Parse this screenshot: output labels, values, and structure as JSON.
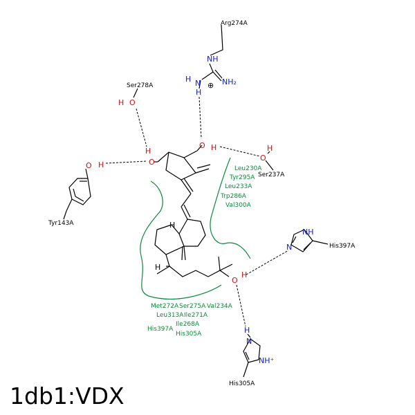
{
  "title": "1db1:VDX",
  "residues": {
    "arg274": "Arg274A",
    "ser278": "Ser278A",
    "ser237": "Ser237A",
    "tyr143": "Tyr143A",
    "his397_right": "His397A",
    "his305_bottom": "His305A"
  },
  "hydrophobic_upper": [
    "Leu230A",
    "Tyr295A",
    "Leu233A",
    "Trp286A",
    "Val300A"
  ],
  "hydrophobic_lower": {
    "row1a": "Met272A",
    "row1b": "Ser275A",
    "row1c": "Val234A",
    "row2a": "Leu313A",
    "row2b": "Ile271A",
    "row3": "Ile268A",
    "row4a": "His397A",
    "row4b": "His305A"
  },
  "atoms": {
    "oxygen": "O",
    "hydrogen": "H",
    "nitrogen": "N",
    "nh": "NH",
    "nh2": "NH₂",
    "nh_plus": "NH⁺",
    "plus_symbol": "⊕"
  },
  "colors": {
    "oxygen": "#d01010",
    "nitrogen": "#1020c8",
    "hydrophobic": "#0a8a3a",
    "bond": "#000000"
  }
}
